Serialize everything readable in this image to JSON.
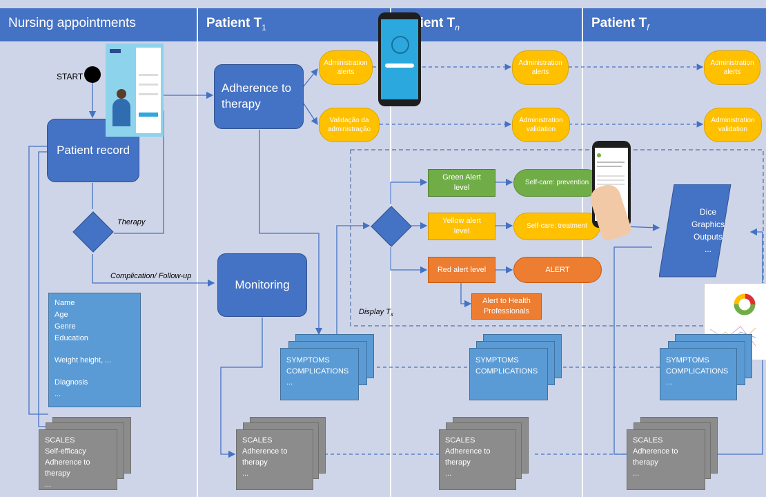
{
  "lanes": [
    {
      "title": "Nursing appointments",
      "sub": ""
    },
    {
      "title": "Patient T",
      "sub": "1"
    },
    {
      "title": "Patient T",
      "sub": "n"
    },
    {
      "title": "Patient T",
      "sub": "f"
    }
  ],
  "start_label": "START",
  "nodes": {
    "patient_record": "Patient record",
    "adherence": "Adherence to therapy",
    "monitoring": "Monitoring",
    "admin_alerts_1": "Administration alerts",
    "validacao": "Validação da administração",
    "admin_alerts_n": "Administration alerts",
    "admin_validation_n": "Administration validation",
    "admin_alerts_f": "Administration alerts",
    "admin_validation_f": "Administration validation",
    "green_alert": "Green Alert level",
    "yellow_alert": "Yellow alert level",
    "red_alert": "Red alert level",
    "selfcare_prevention": "Self-care: prevention",
    "selfcare_treatment": "Self-care: treatment",
    "alert": "ALERT",
    "alert_health": "Alert to Health Professionals",
    "outputs": "Dice Graphics Outputs ..."
  },
  "edge_labels": {
    "therapy": "Therapy",
    "complication": "Complication/ Follow-up",
    "display": "Display T",
    "display_sub": "x"
  },
  "patient_info": [
    "Name",
    "Age",
    "Genre",
    "Education",
    "",
    "Weight height, ...",
    "",
    "Diagnosis",
    "..."
  ],
  "symptoms_docs": [
    [
      "SYMPTOMS",
      "COMPLICATIONS",
      "..."
    ],
    [
      "SYMPTOMS",
      "COMPLICATIONS",
      "..."
    ],
    [
      "SYMPTOMS",
      "COMPLICATIONS",
      "..."
    ]
  ],
  "scales_docs": [
    [
      "SCALES",
      "Self-efficacy",
      "Adherence to therapy",
      "..."
    ],
    [
      "SCALES",
      "Adherence to therapy",
      "..."
    ],
    [
      "SCALES",
      "Adherence to therapy",
      "..."
    ],
    [
      "SCALES",
      "Adherence to therapy",
      "..."
    ]
  ],
  "colors": {
    "lane_bg": "#cfd5e8",
    "header": "#4472c4",
    "yellow": "#ffc000",
    "green": "#70ad47",
    "orange": "#ed7d31",
    "doc_blue": "#5b9bd5",
    "doc_grey": "#8c8c8c"
  }
}
